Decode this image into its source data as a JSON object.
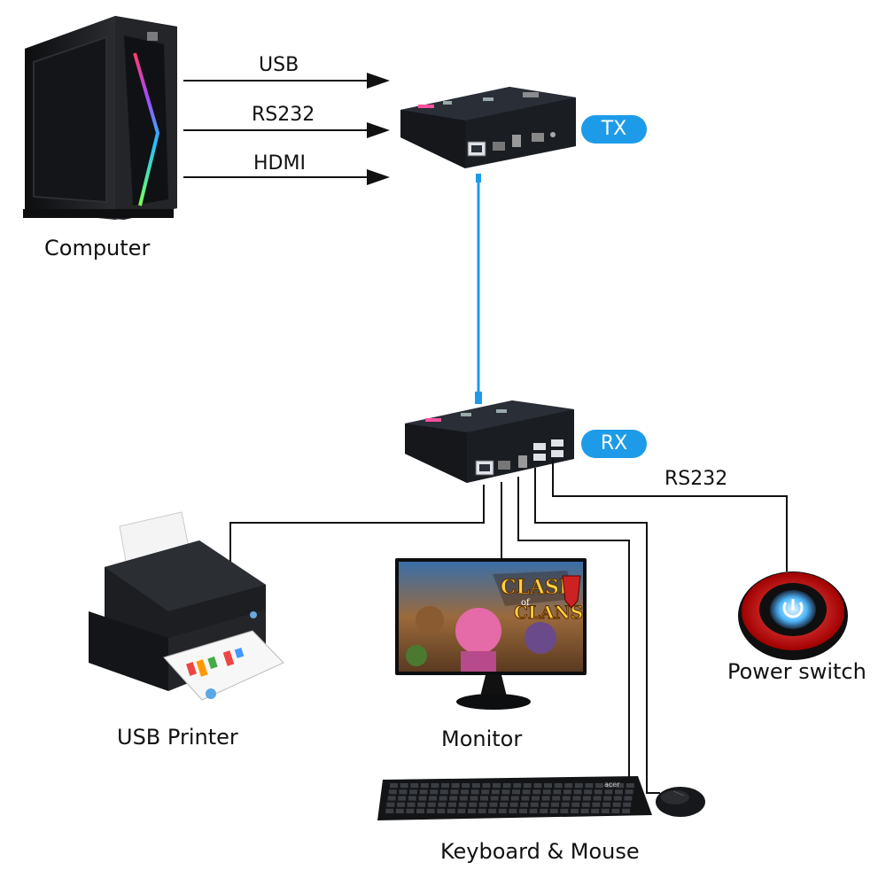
{
  "devices": {
    "computer": "Computer",
    "tx": "TX",
    "rx": "RX",
    "usb_printer": "USB Printer",
    "monitor": "Monitor",
    "power_switch": "Power switch",
    "keyboard_mouse": "Keyboard & Mouse"
  },
  "connections": {
    "usb": "USB",
    "rs232_in": "RS232",
    "hdmi": "HDMI",
    "rs232_out": "RS232"
  },
  "screen": {
    "logo_line1": "CLASH",
    "logo_line2": "CLANS",
    "logo_of": "of"
  },
  "brand": {
    "keyboard": "acer"
  },
  "colors": {
    "cable_blue": "#1e9be8",
    "pill_blue": "#1e9be8",
    "device_dark": "#1a1d22",
    "wire": "#111111"
  }
}
